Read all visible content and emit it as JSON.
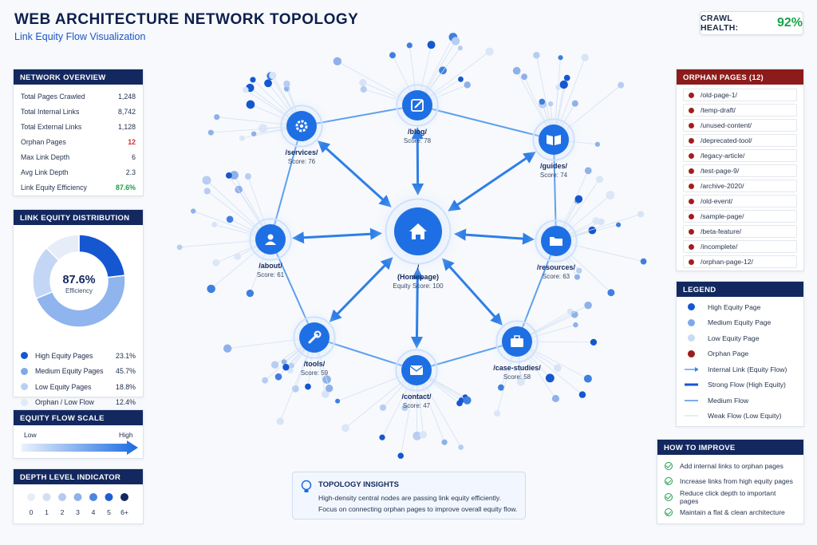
{
  "header": {
    "title": "WEB ARCHITECTURE NETWORK TOPOLOGY",
    "subtitle": "Link Equity Flow Visualization",
    "crawl_health_label": "CRAWL HEALTH:",
    "crawl_health_value": "92%"
  },
  "network_overview": {
    "heading": "NETWORK OVERVIEW",
    "rows": [
      {
        "label": "Total Pages Crawled",
        "value": "1,248"
      },
      {
        "label": "Total Internal Links",
        "value": "8,742"
      },
      {
        "label": "Total External Links",
        "value": "1,128"
      },
      {
        "label": "Orphan Pages",
        "value": "12"
      },
      {
        "label": "Max Link Depth",
        "value": "6"
      },
      {
        "label": "Avg Link Depth",
        "value": "2.3"
      },
      {
        "label": "Link Equity Efficiency",
        "value": "87.6%"
      }
    ]
  },
  "equity_distribution": {
    "heading": "LINK EQUITY DISTRIBUTION",
    "center_value": "87.6%",
    "center_label": "Efficiency",
    "items": [
      {
        "label": "High Equity Pages",
        "value": "23.1%",
        "pct": 23.1,
        "color": "#1557d0"
      },
      {
        "label": "Medium Equity Pages",
        "value": "45.7%",
        "pct": 45.7,
        "color": "#8fb4ee"
      },
      {
        "label": "Low Equity Pages",
        "value": "18.8%",
        "pct": 18.8,
        "color": "#c3d6f5"
      },
      {
        "label": "Orphan / Low Flow",
        "value": "12.4%",
        "pct": 12.4,
        "color": "#e6edf8"
      }
    ]
  },
  "flow_scale": {
    "heading": "EQUITY FLOW SCALE",
    "low": "Low",
    "high": "High"
  },
  "depth_indicator": {
    "heading": "DEPTH LEVEL INDICATOR",
    "levels": [
      "0",
      "1",
      "2",
      "3",
      "4",
      "5",
      "6+"
    ]
  },
  "orphan_pages": {
    "heading": "ORPHAN PAGES (12)",
    "items": [
      "/old-page-1/",
      "/temp-draft/",
      "/unused-content/",
      "/deprecated-tool/",
      "/legacy-article/",
      "/test-page-9/",
      "/archive-2020/",
      "/old-event/",
      "/sample-page/",
      "/beta-feature/",
      "/incomplete/",
      "/orphan-page-12/"
    ]
  },
  "legend": {
    "heading": "LEGEND",
    "items": [
      "High Equity Page",
      "Medium Equity Page",
      "Low Equity Page",
      "Orphan Page",
      "Internal Link (Equity Flow)",
      "Strong Flow (High Equity)",
      "Medium Flow",
      "Weak Flow (Low Equity)"
    ]
  },
  "how_to_improve": {
    "heading": "HOW TO IMPROVE",
    "items": [
      "Add internal links to orphan pages",
      "Increase links from high equity pages",
      "Reduce click depth to important pages",
      "Maintain a flat & clean architecture"
    ]
  },
  "insights": {
    "title": "TOPOLOGY INSIGHTS",
    "line1": "High-density central nodes are passing link equity efficiently.",
    "line2": "Focus on connecting orphan pages to improve overall equity flow."
  },
  "topology": {
    "center": {
      "path": "/",
      "name": "(Homepage)",
      "score": "Equity Score: 100",
      "icon": "home-icon"
    },
    "nodes": [
      {
        "path": "/services/",
        "score": "Score: 76",
        "icon": "gear-icon"
      },
      {
        "path": "/blog/",
        "score": "Score: 78",
        "icon": "edit-icon"
      },
      {
        "path": "/guides/",
        "score": "Score: 74",
        "icon": "book-icon"
      },
      {
        "path": "/about/",
        "score": "Score: 61",
        "icon": "user-icon"
      },
      {
        "path": "/resources/",
        "score": "Score: 63",
        "icon": "folder-icon"
      },
      {
        "path": "/tools/",
        "score": "Score: 59",
        "icon": "wrench-icon"
      },
      {
        "path": "/contact/",
        "score": "Score: 47",
        "icon": "mail-icon"
      },
      {
        "path": "/case-studies/",
        "score": "Score: 58",
        "icon": "briefcase-icon"
      }
    ]
  }
}
